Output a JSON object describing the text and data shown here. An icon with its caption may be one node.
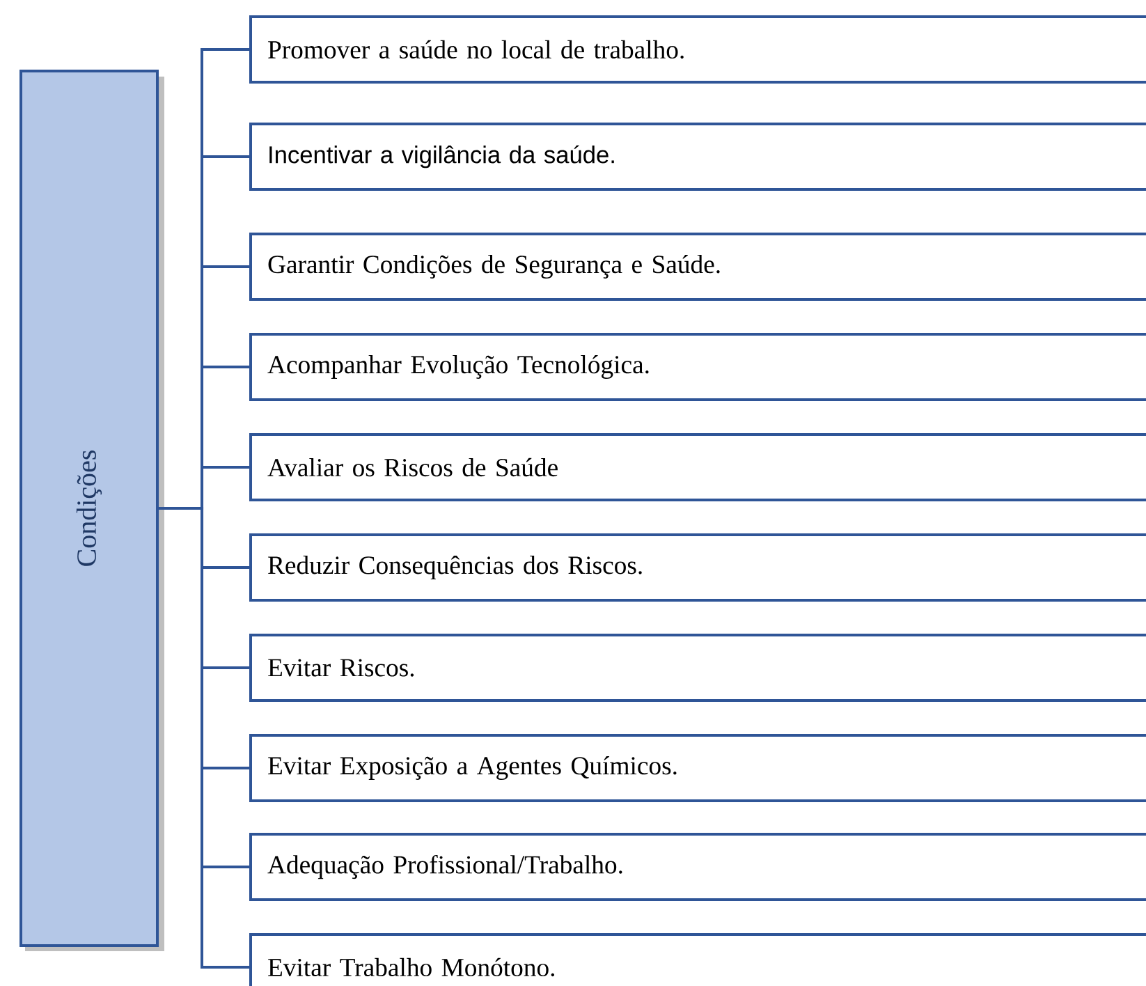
{
  "diagram": {
    "nodes": [
      {
        "text": [
          "Condições"
        ]
      },
      {
        "text": [
          "Promover a saúde no local de trabalho."
        ]
      },
      {
        "text": [
          "Incentivar a vigilância da saúde."
        ]
      },
      {
        "text": [
          "Garantir Condições de Segurança e Saúde."
        ]
      },
      {
        "text": [
          "Acompanhar Evolução Tecnológica."
        ]
      },
      {
        "text": [
          "Avaliar os Riscos de Saúde"
        ]
      },
      {
        "text": [
          "Reduzir Consequências dos Riscos."
        ]
      },
      {
        "text": [
          "Evitar Riscos."
        ]
      },
      {
        "text": [
          "Evitar Exposição a Agentes Químicos."
        ]
      },
      {
        "text": [
          "Adequação Profissional/Trabalho."
        ]
      },
      {
        "text": [
          "Evitar Trabalho Monótono."
        ]
      }
    ],
    "edges": [
      {
        "from": 0,
        "to": 1,
        "arrow": "none"
      },
      {
        "from": 0,
        "to": 2,
        "arrow": "none"
      },
      {
        "from": 0,
        "to": 3,
        "arrow": "none"
      },
      {
        "from": 0,
        "to": 4,
        "arrow": "none"
      },
      {
        "from": 0,
        "to": 5,
        "arrow": "none"
      },
      {
        "from": 0,
        "to": 6,
        "arrow": "none"
      },
      {
        "from": 0,
        "to": 7,
        "arrow": "none"
      },
      {
        "from": 0,
        "to": 8,
        "arrow": "none"
      },
      {
        "from": 0,
        "to": 9,
        "arrow": "none"
      },
      {
        "from": 0,
        "to": 10,
        "arrow": "none"
      }
    ]
  }
}
